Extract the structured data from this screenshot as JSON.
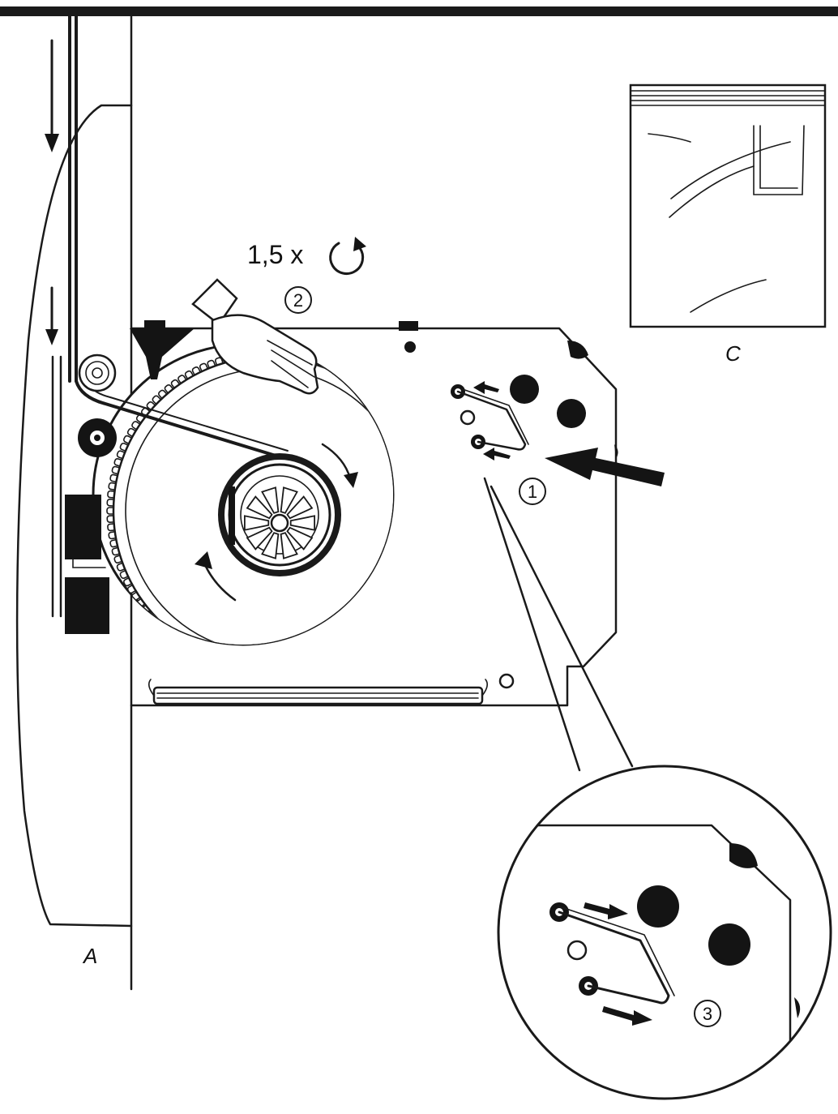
{
  "labels": {
    "a": "A",
    "c": "C",
    "rotation": "1,5 x",
    "step_1": "1",
    "step_2": "2",
    "step_3": "3"
  },
  "icons": {
    "rotation": "counterclockwise-arrow-icon",
    "hand": "hand-icon",
    "push": "push-arrow-icon",
    "feed": "down-arrow-icon"
  },
  "colors": {
    "ink": "#1a1a1a",
    "paper": "#ffffff"
  }
}
